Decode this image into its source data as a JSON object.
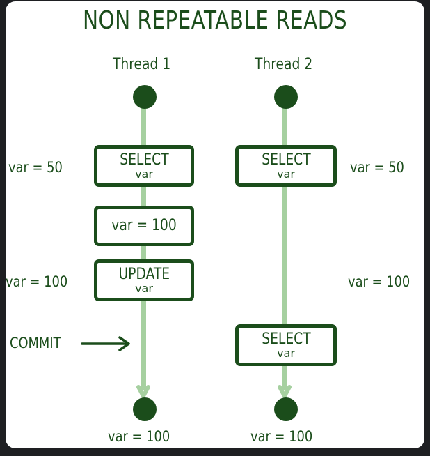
{
  "title": "NON REPEATABLE READS",
  "colors": {
    "ink": "#1b4d1b",
    "timeline": "#a6d0a0",
    "background": "#ffffff",
    "frame": "#1e1f22"
  },
  "threads": [
    {
      "label": "Thread 1",
      "steps": [
        {
          "main": "SELECT",
          "sub": "var",
          "side_note": "var = 50"
        },
        {
          "main": "var = 100",
          "sub": "",
          "side_note": ""
        },
        {
          "main": "UPDATE",
          "sub": "var",
          "side_note": "var = 100"
        }
      ],
      "event": {
        "label": "COMMIT",
        "icon": "arrow-right-icon"
      },
      "final_value": "var = 100"
    },
    {
      "label": "Thread 2",
      "steps": [
        {
          "main": "SELECT",
          "sub": "var",
          "side_note": "var = 50"
        },
        {
          "main": "SELECT",
          "sub": "var",
          "side_note": ""
        }
      ],
      "mid_note": "var = 100",
      "final_value": "var = 100"
    }
  ]
}
